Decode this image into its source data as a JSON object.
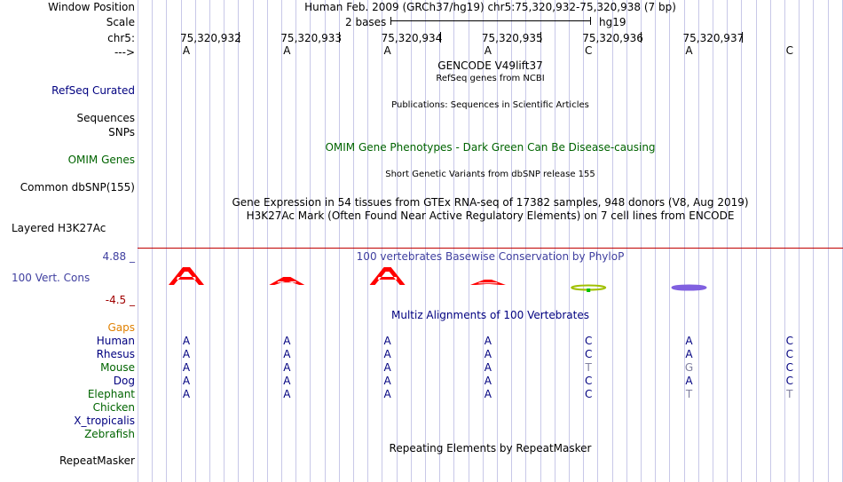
{
  "window_position": {
    "label": "Window Position",
    "text": "Human Feb. 2009 (GRCh37/hg19)   chr5:75,320,932-75,320,938 (7 bp)"
  },
  "scale": {
    "label": "Scale",
    "size": "2 bases",
    "assembly": "hg19"
  },
  "ruler": {
    "label": "chr5:",
    "positions": [
      "75,320,932",
      "75,320,933",
      "75,320,934",
      "75,320,935",
      "75,320,936",
      "75,320,937"
    ]
  },
  "strand": {
    "label": "--->"
  },
  "sequence_bases": [
    "A",
    "A",
    "A",
    "A",
    "C",
    "A",
    "C"
  ],
  "tracks": {
    "gencode": "GENCODE V49lift37",
    "refseq_desc": "RefSeq genes from NCBI",
    "refseq_label": "RefSeq Curated",
    "publications_desc": "Publications: Sequences in Scientific Articles",
    "sequences_label": "Sequences",
    "snps_label": "SNPs",
    "omim_desc": "OMIM Gene Phenotypes - Dark Green Can Be Disease-causing",
    "omim_label": "OMIM Genes",
    "dbsnp_desc": "Short Genetic Variants from dbSNP release 155",
    "dbsnp_label": "Common dbSNP(155)",
    "gtex_desc": "Gene Expression in 54 tissues from GTEx RNA-seq of 17382 samples, 948 donors (V8, Aug 2019)",
    "h3k27ac_desc": "H3K27Ac Mark (Often Found Near Active Regulatory Elements) on 7 cell lines from ENCODE",
    "h3k27ac_label": "Layered H3K27Ac",
    "phylop_desc": "100 vertebrates Basewise Conservation by PhyloP",
    "cons_label": "100 Vert. Cons",
    "cons_max": "4.88 _",
    "cons_min": "-4.5 _",
    "multiz_desc": "Multiz Alignments of 100 Vertebrates",
    "gaps_label": "Gaps",
    "repeat_desc": "Repeating Elements by RepeatMasker",
    "repeat_label": "RepeatMasker"
  },
  "conservation_logo": [
    {
      "letter": "A",
      "level": "high"
    },
    {
      "letter": "A",
      "level": "medium"
    },
    {
      "letter": "A",
      "level": "high"
    },
    {
      "letter": "A",
      "level": "low"
    },
    {
      "letter": "C",
      "level": "flat"
    },
    {
      "letter": "A",
      "level": "flat"
    }
  ],
  "colors": {
    "label_blue": "#000080",
    "omim_green": "#006400",
    "gaps_orange": "#e08000",
    "cons_blue": "#4040a0",
    "cons_red": "#a00000",
    "logo_red": "#ff0000",
    "mismatch_gray": "#8080a0"
  },
  "alignments": [
    {
      "species": "Human",
      "color": "#000080",
      "bases": [
        "A",
        "A",
        "A",
        "A",
        "C",
        "A",
        "C"
      ],
      "faded": [
        false,
        false,
        false,
        false,
        false,
        false,
        false
      ]
    },
    {
      "species": "Rhesus",
      "color": "#000080",
      "bases": [
        "A",
        "A",
        "A",
        "A",
        "C",
        "A",
        "C"
      ],
      "faded": [
        false,
        false,
        false,
        false,
        false,
        false,
        false
      ]
    },
    {
      "species": "Mouse",
      "color": "#006400",
      "bases": [
        "A",
        "A",
        "A",
        "A",
        "T",
        "G",
        "C"
      ],
      "faded": [
        false,
        false,
        false,
        false,
        true,
        true,
        false
      ]
    },
    {
      "species": "Dog",
      "color": "#000080",
      "bases": [
        "A",
        "A",
        "A",
        "A",
        "C",
        "A",
        "C"
      ],
      "faded": [
        false,
        false,
        false,
        false,
        false,
        false,
        false
      ]
    },
    {
      "species": "Elephant",
      "color": "#006400",
      "bases": [
        "A",
        "A",
        "A",
        "A",
        "C",
        "T",
        "T"
      ],
      "faded": [
        false,
        false,
        false,
        false,
        false,
        true,
        true
      ]
    },
    {
      "species": "Chicken",
      "color": "#006400",
      "bases": [],
      "faded": []
    },
    {
      "species": "X_tropicalis",
      "color": "#000080",
      "bases": [],
      "faded": []
    },
    {
      "species": "Zebrafish",
      "color": "#006400",
      "bases": [],
      "faded": []
    }
  ]
}
